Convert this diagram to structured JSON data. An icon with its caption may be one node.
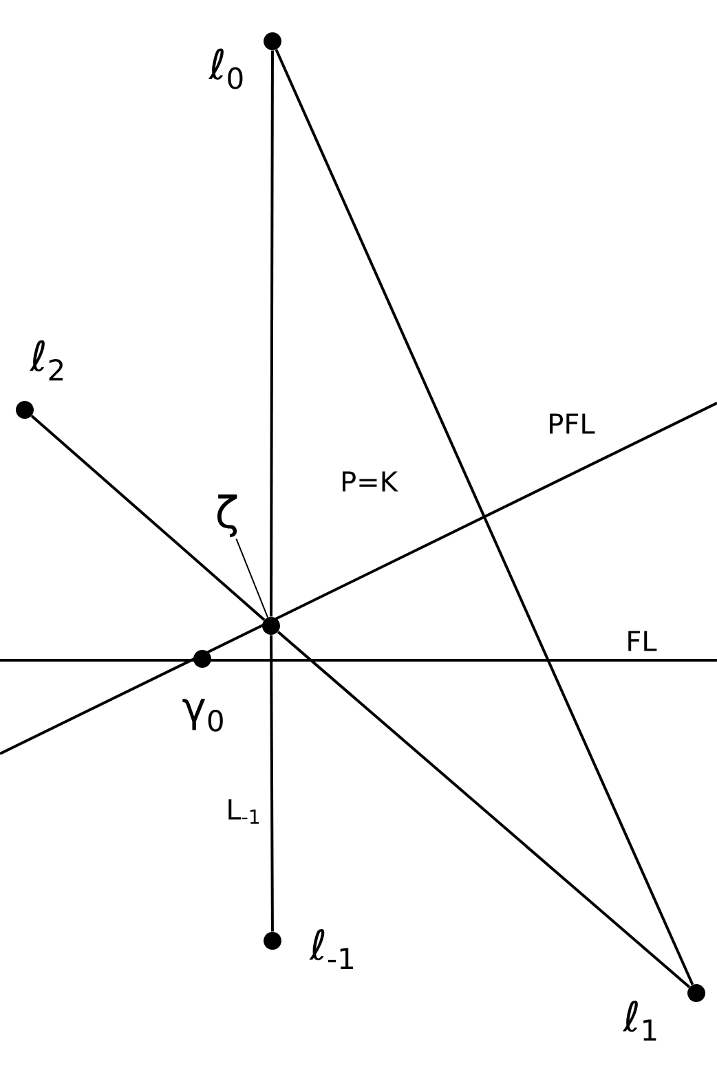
{
  "diagram": {
    "nodes": [
      {
        "text": [],
        "shape": "circle",
        "beside": [
          "ℓ$_{0}$"
        ]
      },
      {
        "text": [],
        "shape": "circle",
        "beside": [
          "ℓ$_{2}$"
        ]
      },
      {
        "text": [],
        "shape": "circle"
      },
      {
        "text": [
          "ζ"
        ]
      },
      {
        "text": [],
        "shape": "circle",
        "beside": [
          "γ$_{0}$"
        ]
      },
      {
        "text": [],
        "shape": "circle",
        "beside": [
          "ℓ$_{-1}$"
        ]
      },
      {
        "text": [],
        "shape": "circle",
        "beside": [
          "ℓ$_{1}$"
        ]
      }
    ],
    "edges": [
      {
        "from": 0,
        "to": 2,
        "arrow": "none"
      },
      {
        "from": 2,
        "to": 5,
        "arrow": "none"
      },
      {
        "from": 0,
        "to": 6,
        "arrow": "none"
      },
      {
        "from": 1,
        "to": 2,
        "arrow": "none"
      },
      {
        "from": 2,
        "to": 6,
        "arrow": "none"
      },
      {
        "from": 3,
        "to": 2,
        "arrow": "none"
      }
    ],
    "labels": [
      "P=K",
      "PFL",
      "FL",
      "L$_{-1}$"
    ]
  }
}
